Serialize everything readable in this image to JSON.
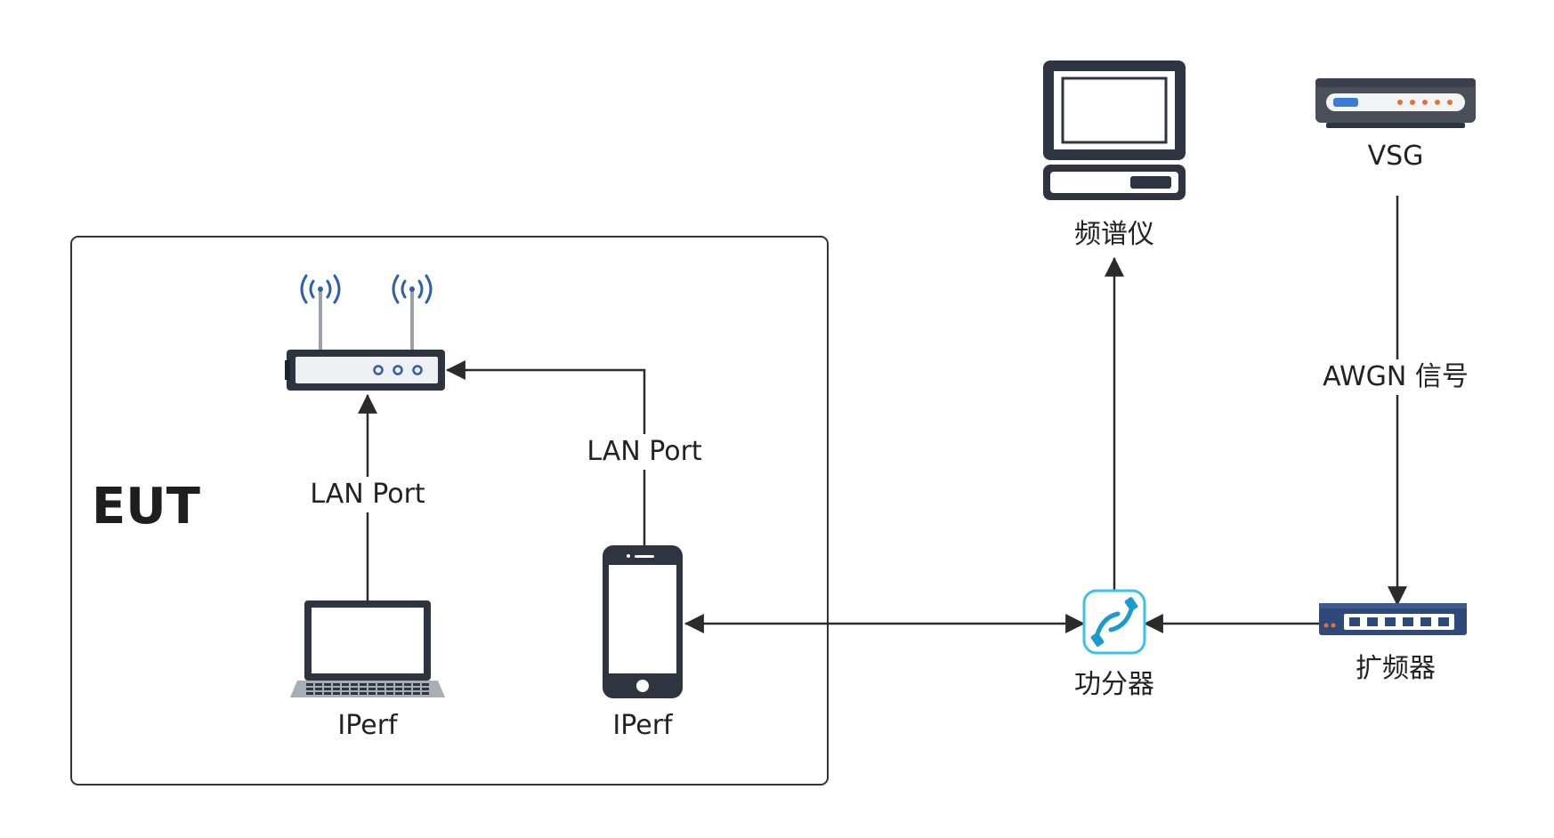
{
  "labels": {
    "eut": "EUT",
    "lan_port_left": "LAN Port",
    "lan_port_right": "LAN Port",
    "iperf_laptop": "IPerf",
    "iperf_phone": "IPerf",
    "spectrum_analyzer": "频谱仪",
    "vsg": "VSG",
    "awgn_signal": "AWGN 信号",
    "power_splitter": "功分器",
    "extender": "扩频器"
  },
  "icons": {
    "router": "router-icon",
    "laptop": "laptop-icon",
    "phone": "phone-icon",
    "spectrum_analyzer": "computer-terminal-icon",
    "vsg": "signal-generator-icon",
    "power_splitter": "splitter-icon",
    "extender": "network-switch-icon"
  },
  "colors": {
    "line": "#2b2b2b",
    "device_dark": "#2e3440",
    "antenna_wave": "#2f5fa8",
    "accent_blue": "#3b7bd8",
    "accent_orange": "#e0733a",
    "splitter_cyan": "#3ec1e8",
    "switch_blue": "#2f4a78"
  }
}
